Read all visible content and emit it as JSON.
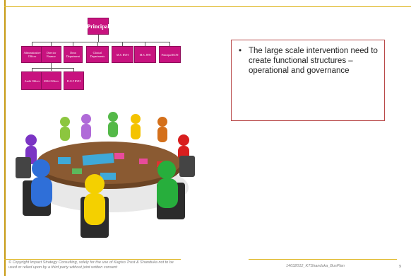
{
  "org_chart": {
    "principal": "Principal",
    "level2": [
      "Administrative Officer",
      "Director Finance",
      "Dean Department",
      "Clinical Departments",
      "M.S. RVH",
      "M.S. JFH",
      "Principal KON"
    ],
    "level3": [
      "Audit Officer",
      "SMA Officer",
      "D.O.F RVH"
    ]
  },
  "callout": {
    "bullet": "•",
    "text": "The large scale intervention need to create functional structures – operational and governance"
  },
  "footer": {
    "copyright": "© Copyright Impact Strategy Consulting, solely for the use of Kagiso Trust & Shanduka not to be used or relied upon by a third party without joint written consent",
    "doc_ref": "14032012_KTShanduka_BusPlan",
    "page": "9"
  },
  "colors": {
    "org_box": "#c8137f",
    "rule": "#e0b92b",
    "callout_border": "#b94a4a"
  }
}
